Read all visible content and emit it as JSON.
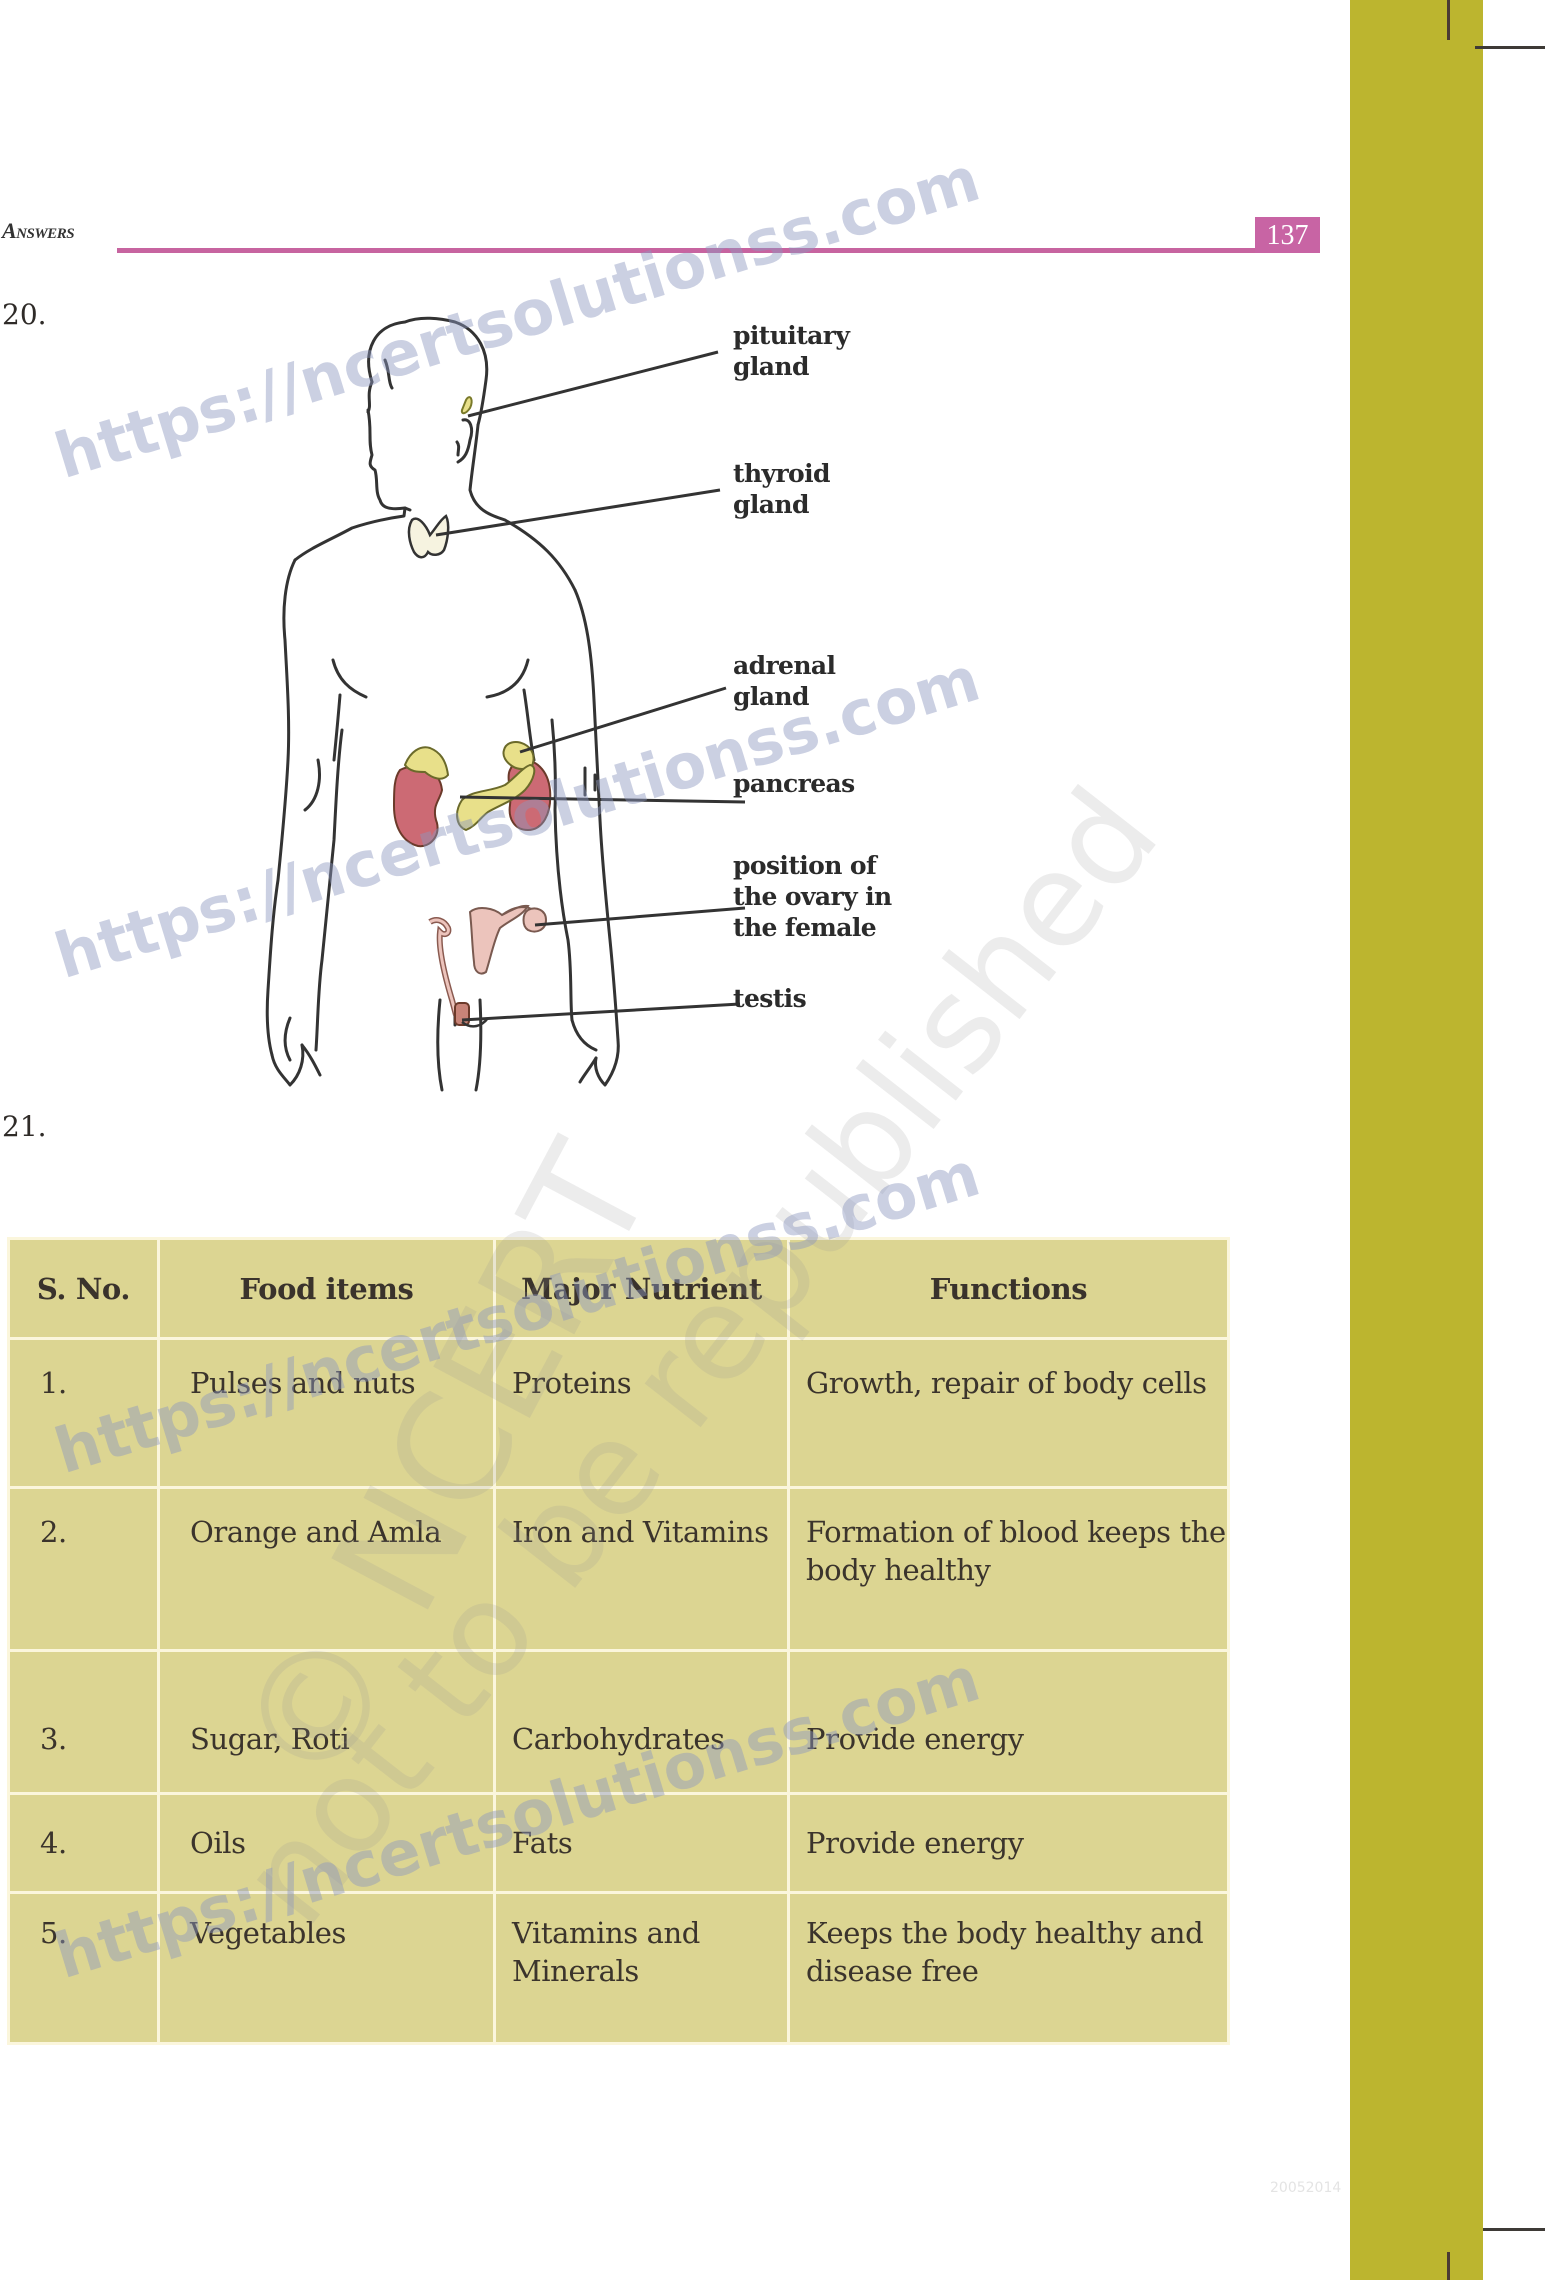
{
  "header": {
    "running_head": "Answers",
    "page_number": "137"
  },
  "colors": {
    "accent_pink": "#c764a0",
    "side_band": "#bcb52f",
    "table_fill": "#dcd592",
    "kidney": "#cc6a74",
    "gland_yellow": "#e8e08a",
    "reproductive_pink": "#e8b8b0"
  },
  "question_20": {
    "number": "20.",
    "diagram": {
      "labels": [
        {
          "id": "pituitary",
          "text": "pituitary\ngland"
        },
        {
          "id": "thyroid",
          "text": "thyroid\ngland"
        },
        {
          "id": "adrenal",
          "text": "adrenal\ngland"
        },
        {
          "id": "pancreas",
          "text": "pancreas"
        },
        {
          "id": "ovary",
          "text": "position of\nthe ovary in\nthe female"
        },
        {
          "id": "testis",
          "text": "testis"
        }
      ]
    }
  },
  "question_21": {
    "number": "21.",
    "table": {
      "headers": [
        "S. No.",
        "Food items",
        "Major Nutrient",
        "Functions"
      ],
      "rows": [
        [
          "1.",
          "Pulses and nuts",
          "Proteins",
          "Growth, repair of body cells"
        ],
        [
          "2.",
          "Orange and Amla",
          "Iron and Vitamins",
          "Formation of blood keeps the body healthy"
        ],
        [
          "3.",
          "Sugar, Roti",
          "Carbohydrates",
          "Provide energy"
        ],
        [
          "4.",
          "Oils",
          "Fats",
          "Provide energy"
        ],
        [
          "5.",
          "Vegetables",
          "Vitamins and Minerals",
          "Keeps the body healthy and disease free"
        ]
      ]
    }
  },
  "watermarks": {
    "site": "https://ncertsolutionss.com",
    "copyright": "© NCERT",
    "notice": "not to be republished"
  },
  "footer": {
    "code": "20052014"
  }
}
